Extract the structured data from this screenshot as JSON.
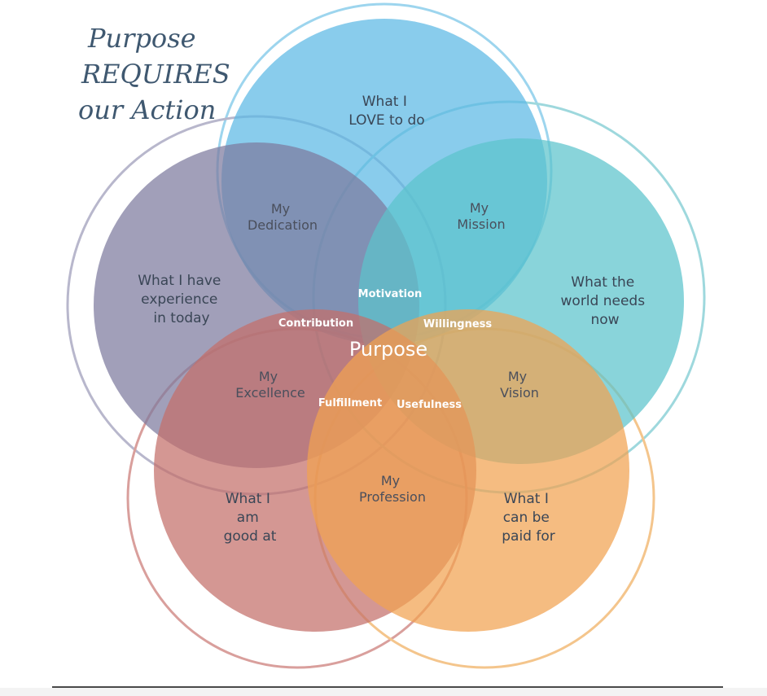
{
  "title": [
    "Purpose",
    "REQUIRES",
    "our Action"
  ],
  "center": "Purpose",
  "petals": {
    "love": [
      "What I",
      "LOVE to do"
    ],
    "experience": [
      "What I have",
      "experience",
      "in today"
    ],
    "world": [
      "What the",
      "world needs",
      "now"
    ],
    "good": [
      "What I",
      "am",
      "good at"
    ],
    "paid": [
      "What I",
      "can be",
      "paid for"
    ]
  },
  "overlaps": {
    "dedication": [
      "My",
      "Dedication"
    ],
    "mission": [
      "My",
      "Mission"
    ],
    "excellence": [
      "My",
      "Excellence"
    ],
    "vision": [
      "My",
      "Vision"
    ],
    "profession": [
      "My",
      "Profession"
    ]
  },
  "inner": {
    "motivation": "Motivation",
    "contribution": "Contribution",
    "willingness": "Willingness",
    "fulfillment": "Fulfillment",
    "usefulness": "Usefulness"
  },
  "colors": {
    "love": "#5cb8e4",
    "experience": "#7d7a9e",
    "world": "#5bc3cc",
    "good": "#c36f6a",
    "paid": "#f1a251"
  }
}
